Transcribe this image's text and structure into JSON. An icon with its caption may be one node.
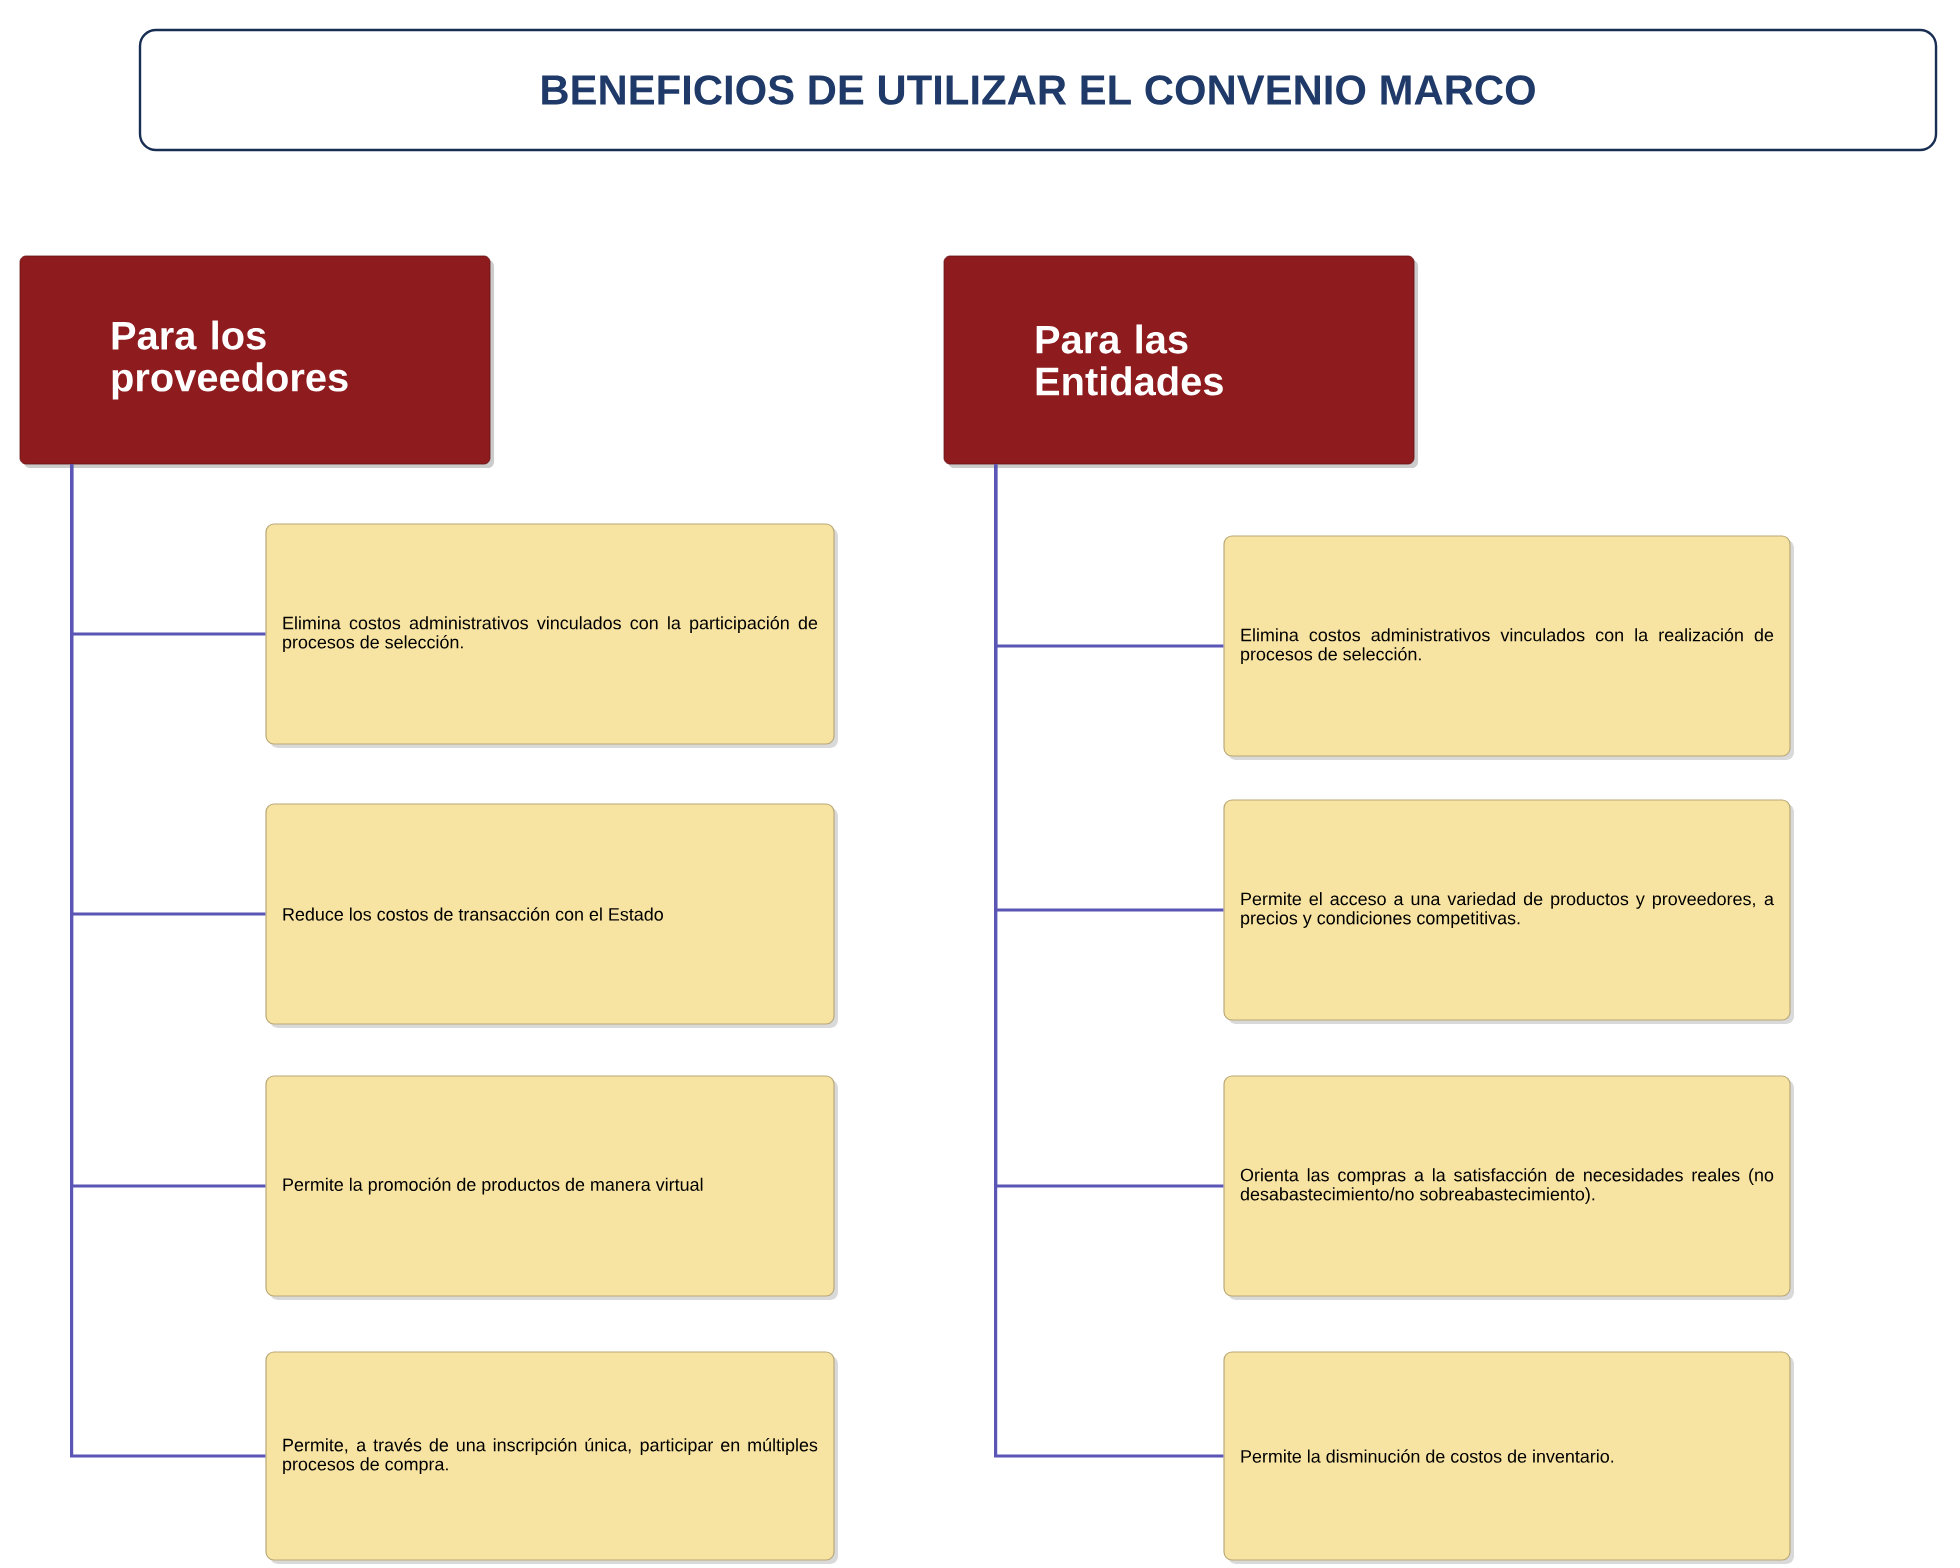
{
  "diagram": {
    "title": "BENEFICIOS DE UTILIZAR EL CONVENIO MARCO",
    "nodes": [
      {
        "text": [
          "Para los proveedores"
        ]
      },
      {
        "text": [
          "Elimina costos administrativos vinculados con la participación de procesos de selección."
        ]
      },
      {
        "text": [
          "Reduce los costos de transacción con el Estado"
        ]
      },
      {
        "text": [
          "Permite la promoción de productos de manera virtual"
        ]
      },
      {
        "text": [
          "Permite, a través de una inscripción única, participar en múltiples procesos de compra."
        ]
      },
      {
        "text": [
          "Para las Entidades"
        ]
      },
      {
        "text": [
          "Elimina costos administrativos vinculados con la realización de procesos de selección."
        ]
      },
      {
        "text": [
          "Permite el acceso a una variedad de productos y proveedores, a precios y condiciones competitivas."
        ]
      },
      {
        "text": [
          "Orienta las compras a la satisfacción de necesidades reales (no desabastecimiento/no sobreabastecimiento)."
        ]
      },
      {
        "text": [
          "Permite la disminución de costos de inventario."
        ]
      }
    ],
    "edges": [
      {
        "from": 0,
        "to": 1,
        "arrow": "none"
      },
      {
        "from": 0,
        "to": 2,
        "arrow": "none"
      },
      {
        "from": 0,
        "to": 3,
        "arrow": "none"
      },
      {
        "from": 0,
        "to": 4,
        "arrow": "none"
      },
      {
        "from": 5,
        "to": 6,
        "arrow": "none"
      },
      {
        "from": 5,
        "to": 7,
        "arrow": "none"
      },
      {
        "from": 5,
        "to": 8,
        "arrow": "none"
      },
      {
        "from": 5,
        "to": 9,
        "arrow": "none"
      }
    ]
  }
}
